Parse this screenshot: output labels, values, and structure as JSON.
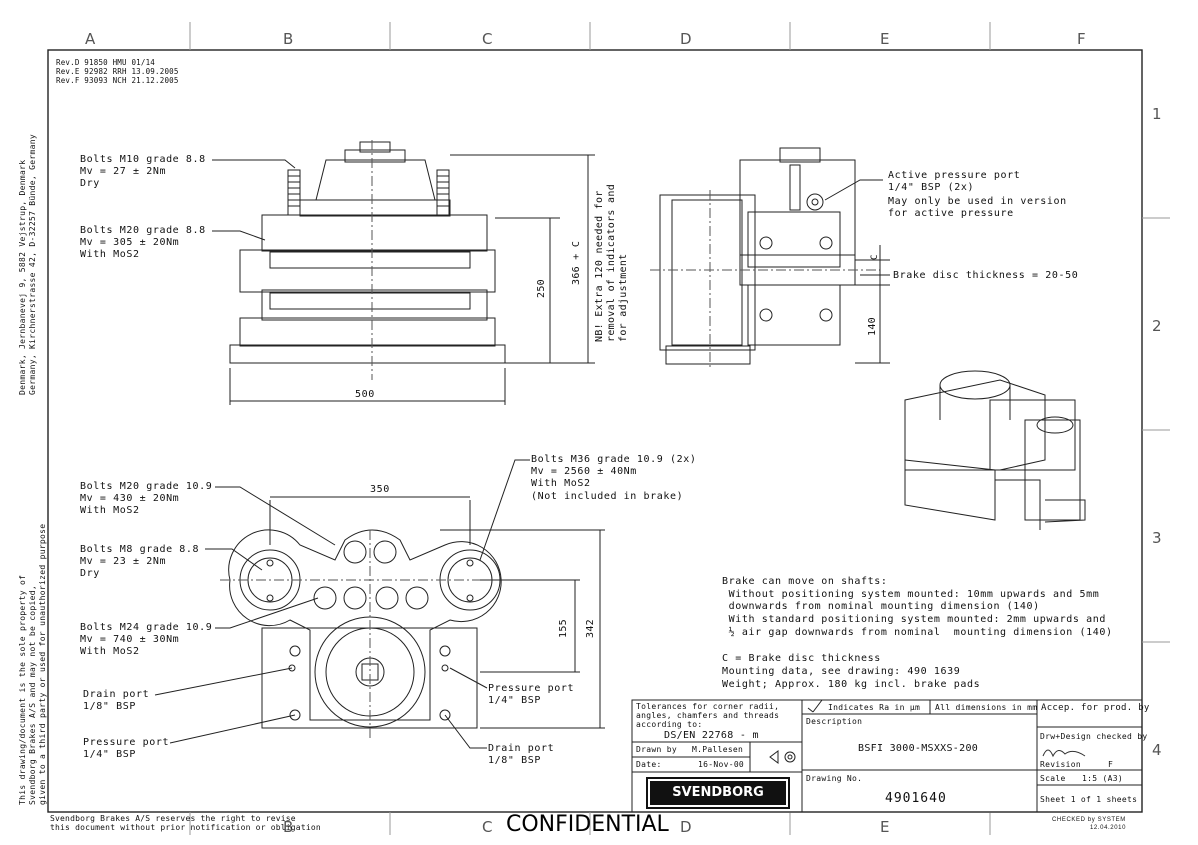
{
  "columns": [
    "A",
    "B",
    "C",
    "D",
    "E",
    "F"
  ],
  "rows": [
    "1",
    "2",
    "3",
    "4"
  ],
  "revisions": [
    "Rev.D 91850 HMU 01/14",
    "Rev.E 92982 RRH 13.09.2005",
    "Rev.F 93093 NCH 21.12.2005"
  ],
  "address_lines": [
    "Denmark, Jernbanevej 9, 5882 Vejstrup, Denmark",
    "Germany, Kirchnerstrasse 42, D-32257 Bünde, Germany"
  ],
  "property_lines": [
    "This drawing/document is the sole property of",
    "Svendborg Brakes A/S and may not be copied,",
    "given to a third party or used for unauthorized purpose"
  ],
  "top_left_notes": {
    "bolts_m10": [
      "Bolts M10 grade 8.8",
      "Mv = 27 ± 2Nm",
      "Dry"
    ],
    "bolts_m20": [
      "Bolts M20 grade 8.8",
      "Mv = 305 ± 20Nm",
      "With MoS2"
    ]
  },
  "dims": {
    "d500": "500",
    "d250": "250",
    "d366": "366 + C",
    "d140": "140",
    "d350": "350",
    "d155": "155",
    "d342": "342",
    "c": "C"
  },
  "nb_note": [
    "NB! Extra 120 needed for",
    "removal of indicators and",
    "for adjustment"
  ],
  "active_port": [
    "Active pressure port",
    "1/4\" BSP (2x)",
    "May only be used in version",
    "for active pressure"
  ],
  "disc_thickness": "Brake disc thickness = 20-50",
  "bottom_notes": {
    "m20_109": [
      "Bolts M20 grade 10.9",
      "Mv = 430 ± 20Nm",
      "With MoS2"
    ],
    "m8": [
      "Bolts M8 grade 8.8",
      "Mv = 23 ± 2Nm",
      "Dry"
    ],
    "m24": [
      "Bolts M24 grade 10.9",
      "Mv = 740 ± 30Nm",
      "With MoS2"
    ],
    "drain_left": [
      "Drain port",
      "1/8\" BSP"
    ],
    "pressure_left": [
      "Pressure port",
      "1/4\" BSP"
    ],
    "m36": [
      "Bolts M36 grade 10.9 (2x)",
      "Mv = 2560 ± 40Nm",
      "With MoS2",
      "(Not included in brake)"
    ],
    "pressure_right": [
      "Pressure port",
      "1/4\" BSP"
    ],
    "drain_right": [
      "Drain port",
      "1/8\" BSP"
    ]
  },
  "shaft_note": [
    "Brake can move on shafts:",
    " Without positioning system mounted: 10mm upwards and 5mm",
    " downwards from nominal mounting dimension (140)",
    " With standard positioning system mounted: 2mm upwards and",
    " ½ air gap downwards from nominal  mounting dimension (140)",
    "",
    "C = Brake disc thickness",
    "Mounting data, see drawing: 490 1639",
    "Weight; Approx. 180 kg incl. brake pads"
  ],
  "title_block": {
    "tolerances": [
      "Tolerances for corner radii,",
      "angles, chamfers and threads",
      "according to:"
    ],
    "standard": "DS/EN 22768 - m",
    "indicates": "Indicates Ra in µm",
    "all_dims": "All dimensions in mm",
    "accep": "Accep. for prod. by",
    "description_label": "Description",
    "description": "BSFI 3000-MSXXS-200",
    "drawn_by_label": "Drawn by",
    "drawn_by": "M.Pallesen",
    "date_label": "Date:",
    "date": "16-Nov-00",
    "drawing_no_label": "Drawing No.",
    "drawing_no": "4901640",
    "design_checked": "Drw+Design checked by",
    "revision_label": "Revision",
    "revision": "F",
    "scale_label": "Scale",
    "scale": "1:5 (A3)",
    "sheet": "Sheet 1 of 1 sheets",
    "logo": "SVENDBORG BRAKES"
  },
  "footer": [
    "Svendborg Brakes A/S reserves the right to revise",
    "this document without prior notification or obligation"
  ],
  "confidential": "CONFIDENTIAL",
  "checked": [
    "CHECKED by SYSTEM",
    "12.04.2010"
  ]
}
